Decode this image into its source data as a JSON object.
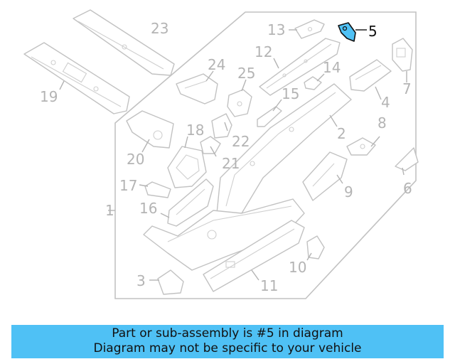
{
  "diagram": {
    "callouts": {
      "c1": "1",
      "c2": "2",
      "c3": "3",
      "c4": "4",
      "c5": "5",
      "c6": "6",
      "c7": "7",
      "c8": "8",
      "c9": "9",
      "c10": "10",
      "c11": "11",
      "c12": "12",
      "c13": "13",
      "c14": "14",
      "c15": "15",
      "c16": "16",
      "c17": "17",
      "c18": "18",
      "c19": "19",
      "c20": "20",
      "c21": "21",
      "c22": "22",
      "c23": "23",
      "c24": "24",
      "c25": "25"
    },
    "highlighted_part": "5",
    "highlight_color": "#4fc1f5",
    "outline_color": "#c2c2c2",
    "label_color": "#b4b4b4"
  },
  "banner": {
    "line1": "Part or sub-assembly is #5 in diagram",
    "line2": "Diagram may not be specific to your vehicle",
    "background": "#4fc1f5"
  }
}
